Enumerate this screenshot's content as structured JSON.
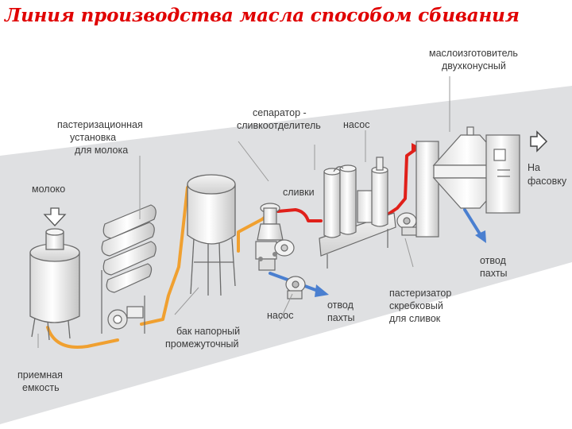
{
  "title": "Линия производства масла способом сбивания",
  "labels": {
    "milk": "молоко",
    "pasteurizer_line1": "пастеризационная",
    "pasteurizer_line2": "установка",
    "pasteurizer_line3": "для молока",
    "separator_line1": "сепаратор -",
    "separator_line2": "сливкоотделитель",
    "cream": "сливки",
    "pump_top": "насос",
    "churn_line1": "маслоизготовитель",
    "churn_line2": "двухконусный",
    "to_pack_line1": "На",
    "to_pack_line2": "фасовку",
    "buttermilk_right_line1": "отвод",
    "buttermilk_right_line2": "пахты",
    "scraper_line1": "пастеризатор",
    "scraper_line2": "скребковый",
    "scraper_line3": "для сливок",
    "pump_bottom": "насос",
    "buttermilk_left_line1": "отвод",
    "buttermilk_left_line2": "пахты",
    "tank_line1": "бак напорный",
    "tank_line2": "промежуточный",
    "receiver_line1": "приемная",
    "receiver_line2": "емкость"
  },
  "colors": {
    "title": "#e00000",
    "floor": "#dfe0e2",
    "milk_pipe": "#f0a030",
    "cream_pipe": "#e0201a",
    "buttermilk_pipe": "#4a7fd0",
    "equipment_stroke": "#6a6a6a"
  }
}
